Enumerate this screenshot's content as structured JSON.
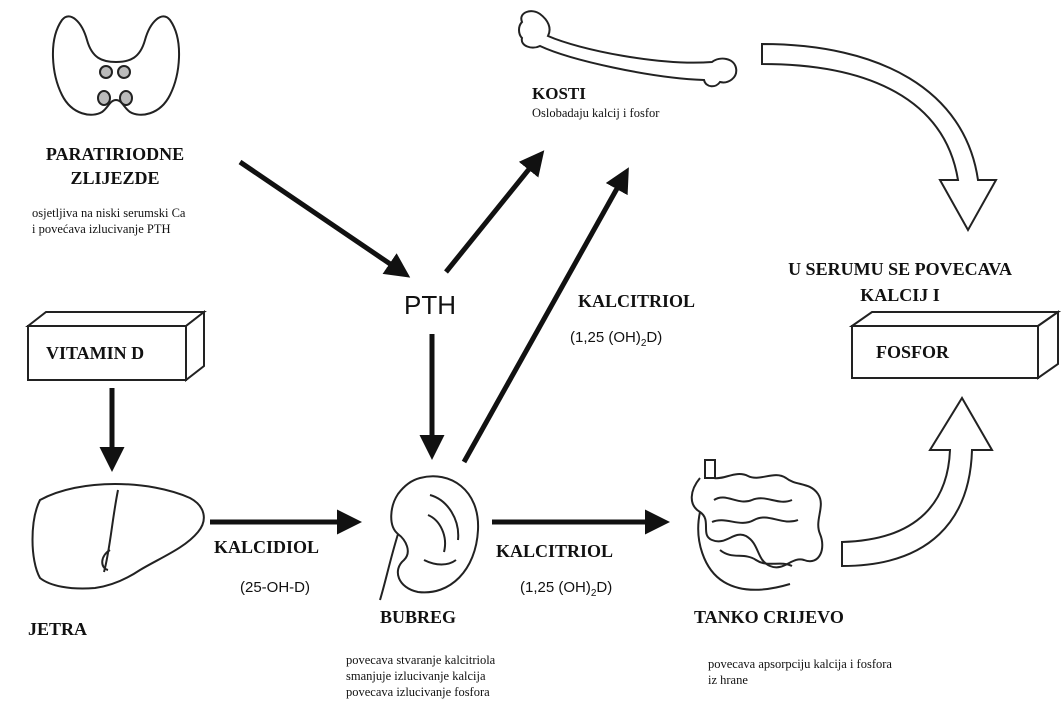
{
  "paratiroid": {
    "title_line1": "PARATIRIODNE",
    "title_line2": "ZLIJEZDE",
    "desc_line1": "osjetljiva na niski serumski Ca",
    "desc_line2": "i povećava izlucivanje PTH"
  },
  "pth": {
    "label": "PTH"
  },
  "kosti": {
    "title": "KOSTI",
    "desc": "Oslobadaju kalcij i fosfor"
  },
  "serum": {
    "line1": "U SERUMU SE POVECAVA",
    "line2": "KALCIJ  I",
    "box_label": "FOSFOR"
  },
  "vitamin_d": {
    "box_label": "VITAMIN  D"
  },
  "kalcitriol_upper": {
    "name": "KALCITRIOL",
    "formula_pre": "(1,25 (OH)",
    "formula_sub": "2",
    "formula_post": "D)"
  },
  "jetra": {
    "title": "JETRA"
  },
  "kalcidiol": {
    "name": "KALCIDIOL",
    "formula": "(25-OH-D)"
  },
  "bubreg": {
    "title": "BUBREG",
    "desc_line1": "povecava stvaranje kalcitriola",
    "desc_line2": "smanjuje izlucivanje kalcija",
    "desc_line3": "povecava izlucivanje fosfora"
  },
  "kalcitriol_lower": {
    "name": "KALCITRIOL",
    "formula_pre": "(1,25 (OH)",
    "formula_sub": "2",
    "formula_post": "D)"
  },
  "crijevo": {
    "title": "TANKO CRIJEVO",
    "desc_line1": "povecava apsorpciju kalcija i fosfora",
    "desc_line2": "iz hrane"
  }
}
